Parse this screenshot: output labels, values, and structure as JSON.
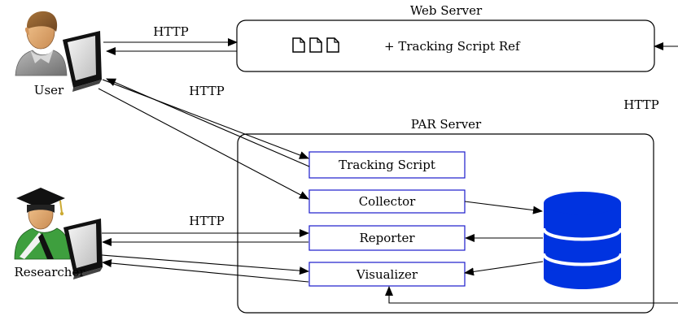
{
  "labels": {
    "web_server": "Web Server",
    "par_server": "PAR Server",
    "user": "User",
    "researcher": "Researcher",
    "http_1": "HTTP",
    "http_2": "HTTP",
    "http_3": "HTTP",
    "http_4": "HTTP",
    "tracking_script_ref": "+ Tracking Script Ref"
  },
  "components": {
    "tracking_script": "Tracking Script",
    "collector": "Collector",
    "reporter": "Reporter",
    "visualizer": "Visualizer"
  },
  "colors": {
    "component_border": "#1c1ccc",
    "database_fill": "#0033e0",
    "stroke": "#000000"
  },
  "icons": {
    "documents": "document-icon",
    "database": "database-icon",
    "user": "user-at-computer-icon",
    "researcher": "graduate-at-computer-icon"
  }
}
